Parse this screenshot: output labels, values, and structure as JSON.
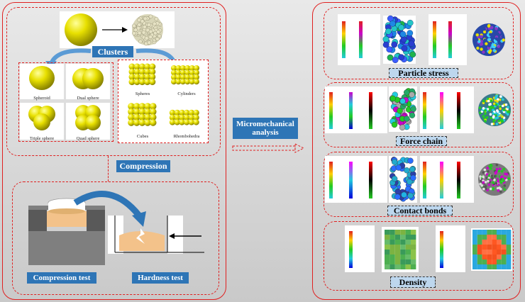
{
  "labels": {
    "clusters": "Clusters",
    "compression": "Compression",
    "micromechanical": "Micromechanical analysis",
    "particle_stress": "Particle stress",
    "force_chain": "Force chain",
    "contact_bonds": "Contact bonds",
    "density": "Density",
    "compression_test": "Compression test",
    "hardness_test": "Hardness test"
  },
  "cluster_shapes": [
    "Spheroid",
    "Dual sphere",
    "Triple sphere",
    "Quad sphere"
  ],
  "cluster_particles": [
    "Spheres",
    "Cylinders",
    "Cubes",
    "Rhombohedra"
  ],
  "colors": {
    "red_border": "#e02020",
    "blue_label": "#2e75b6",
    "light_label": "#bdd7ee",
    "yellow": "#e8e000",
    "tablet": "#f3c28a"
  }
}
